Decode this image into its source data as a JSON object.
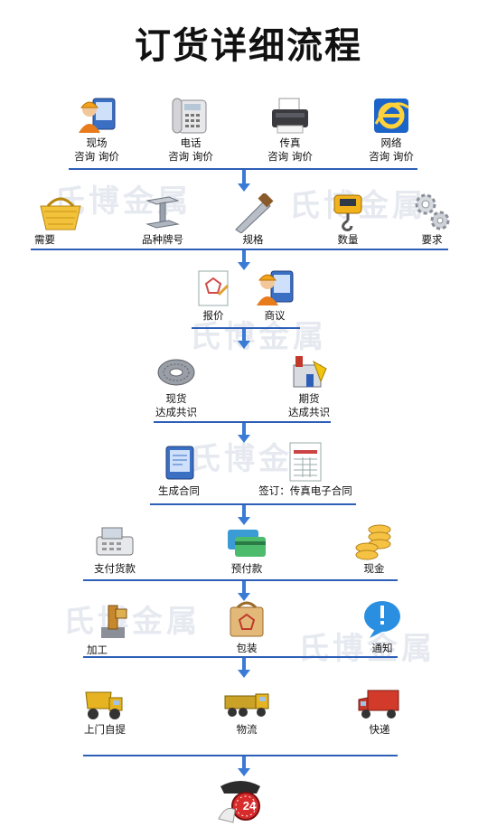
{
  "title": "订货详细流程",
  "watermark": "氏博金属",
  "stage1": {
    "items": [
      {
        "label": "现场",
        "sub": "咨询  询价",
        "icon": "worker-terminal-icon"
      },
      {
        "label": "电话",
        "sub": "咨询  询价",
        "icon": "telephone-icon"
      },
      {
        "label": "传真",
        "sub": "咨询  询价",
        "icon": "fax-machine-icon"
      },
      {
        "label": "网络",
        "sub": "咨询  询价",
        "icon": "internet-explorer-icon"
      }
    ]
  },
  "stage2": {
    "items": [
      {
        "label": "需要",
        "icon": "shopping-basket-icon"
      },
      {
        "label": "品种牌号",
        "icon": "steel-beam-icon"
      },
      {
        "label": "规格",
        "icon": "measuring-square-icon"
      },
      {
        "label": "数量",
        "icon": "crane-scale-icon"
      },
      {
        "label": "要求",
        "icon": "gears-icon"
      }
    ]
  },
  "stage3": {
    "items": [
      {
        "label": "报价",
        "icon": "price-document-icon"
      },
      {
        "label": "商议",
        "icon": "worker-terminal-icon"
      }
    ]
  },
  "stage4": {
    "items": [
      {
        "label": "现货",
        "sub": "达成共识",
        "icon": "steel-coil-icon"
      },
      {
        "label": "期货",
        "sub": "达成共识",
        "icon": "factory-icon"
      }
    ]
  },
  "stage5": {
    "items": [
      {
        "label": "生成合同",
        "icon": "contract-screen-icon"
      },
      {
        "label": "签订：传真电子合同",
        "icon": "document-form-icon"
      }
    ]
  },
  "stage6": {
    "items": [
      {
        "label": "支付货款",
        "icon": "cash-register-icon"
      },
      {
        "label": "预付款",
        "icon": "credit-cards-icon"
      },
      {
        "label": "现金",
        "icon": "gold-coins-icon"
      }
    ]
  },
  "stage7": {
    "items": [
      {
        "label": "加工",
        "icon": "processing-machine-icon"
      },
      {
        "label": "包装",
        "icon": "package-box-icon"
      },
      {
        "label": "通知",
        "icon": "info-bubble-icon"
      }
    ]
  },
  "stage8": {
    "items": [
      {
        "label": "上门自提",
        "icon": "dump-truck-icon"
      },
      {
        "label": "物流",
        "icon": "logistics-truck-icon"
      },
      {
        "label": "快递",
        "icon": "delivery-truck-icon"
      }
    ]
  },
  "end": {
    "label": "24",
    "icon": "24-hour-service-icon"
  },
  "colors": {
    "line": "#2e5fb8",
    "arrow": "#3a7bd5"
  }
}
